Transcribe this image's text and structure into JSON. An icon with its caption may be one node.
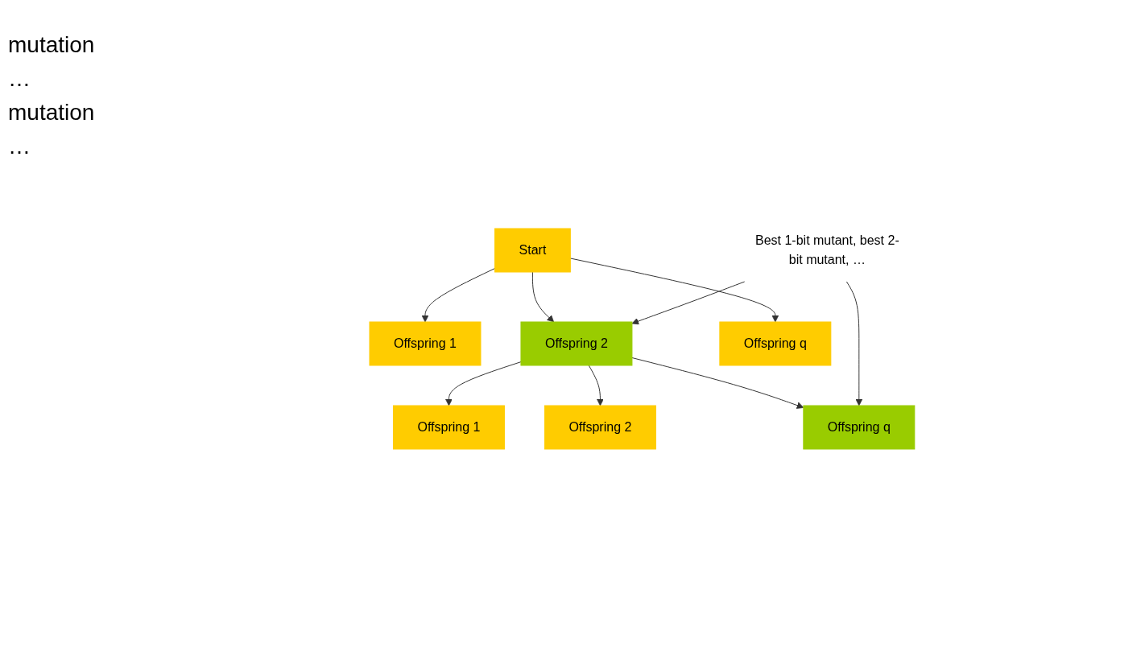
{
  "diagram": {
    "nodes": [
      {
        "text": [
          "Start"
        ]
      },
      {
        "text": [
          "Offspring 1"
        ]
      },
      {
        "text": [
          "Offspring 2"
        ]
      },
      {
        "text": [
          "Offspring q"
        ]
      },
      {
        "text": [
          "Offspring 1"
        ]
      },
      {
        "text": [
          "Offspring 2"
        ]
      },
      {
        "text": [
          "Offspring q"
        ]
      },
      {
        "text": [
          "Best 1-bit mutant, best 2-bit mutant, …"
        ]
      }
    ],
    "edges": [
      {
        "from": 0,
        "to": 1,
        "arrow": "to"
      },
      {
        "from": 0,
        "to": 2,
        "arrow": "to"
      },
      {
        "from": 0,
        "to": 3,
        "arrow": "to"
      },
      {
        "from": 2,
        "to": 4,
        "arrow": "to"
      },
      {
        "from": 2,
        "to": 5,
        "arrow": "to"
      },
      {
        "from": 2,
        "to": 6,
        "arrow": "to"
      },
      {
        "from": 7,
        "to": 2,
        "arrow": "to"
      },
      {
        "from": 7,
        "to": 6,
        "arrow": "to"
      }
    ],
    "labels": [
      "mutation",
      "…",
      "mutation",
      "…"
    ]
  }
}
